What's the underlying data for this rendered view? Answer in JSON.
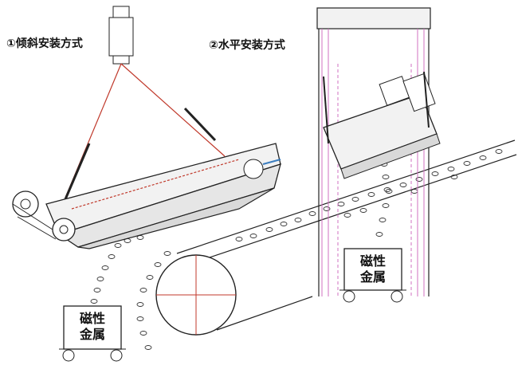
{
  "labels": {
    "inclined": "①倾斜安装方式",
    "horizontal": "②水平安装方式"
  },
  "bins": {
    "left": {
      "line1": "磁性",
      "line2": "金属"
    },
    "right": {
      "line1": "磁性",
      "line2": "金属"
    }
  },
  "colors": {
    "line": "#222222",
    "cable": "#c0392b",
    "guide": "#d070c0",
    "shade": "#d9d9d9",
    "light": "#f2f2f2"
  }
}
